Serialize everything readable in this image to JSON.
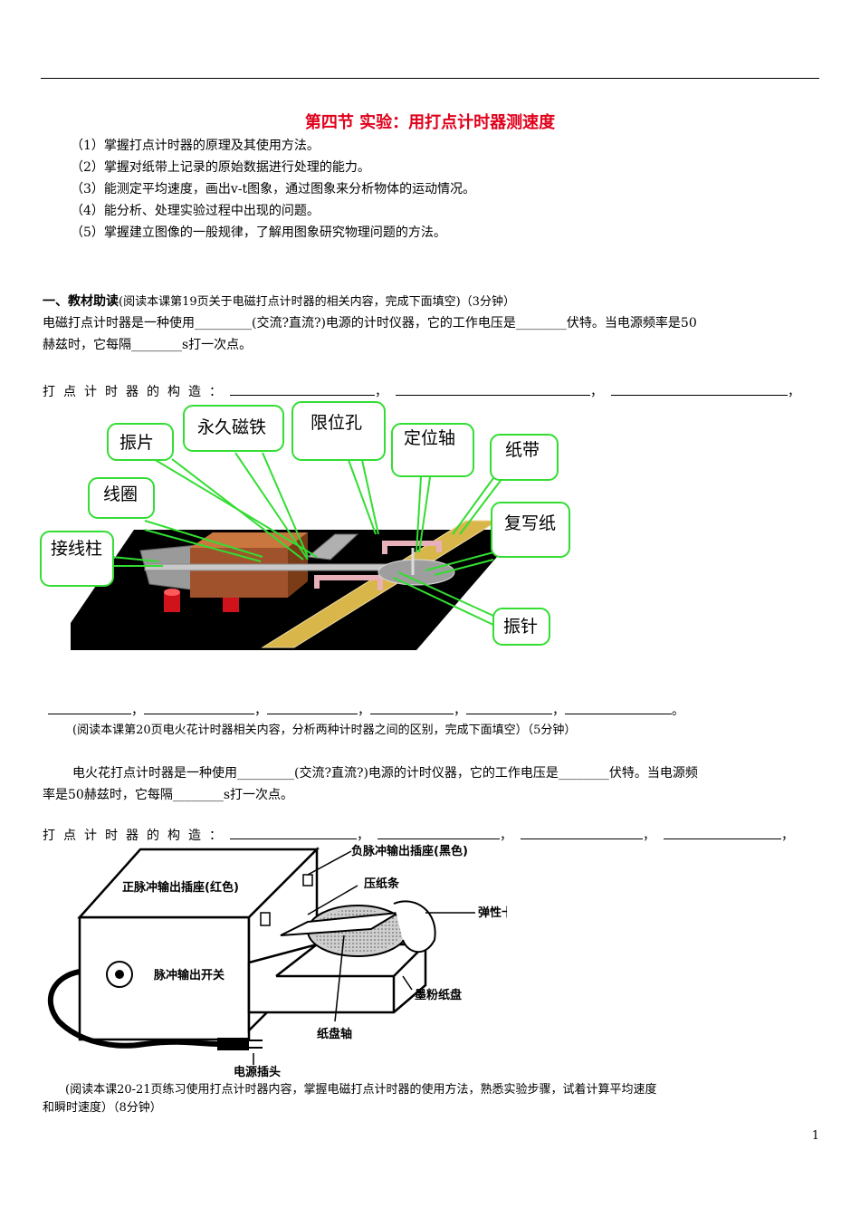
{
  "title": "第四节  实验：用打点计时器测速度",
  "objectives": [
    "（1）掌握打点计时器的原理及其使用方法。",
    "（2）掌握对纸带上记录的原始数据进行处理的能力。",
    "（3）能测定平均速度，画出v-t图象，通过图象来分析物体的运动情况。",
    "（4）能分析、处理实验过程中出现的问题。",
    "（5）掌握建立图像的一般规律，了解用图象研究物理问题的方法。"
  ],
  "section1": {
    "heading": "一、教材助读",
    "heading_note": "(阅读本课第19页关于电磁打点计时器的相关内容，完成下面填空)（3分钟）",
    "para1_line1": "电磁打点计时器是一种使用_________(交流?直流?)电源的计时仪器，它的工作电压是________伏特。当电源频率是50",
    "para1_line2": "赫兹时，它每隔________s打一次点。",
    "structure_label": "打点计时器的构造：",
    "sep": "，"
  },
  "diagram1": {
    "labels": {
      "zhenpian": "振片",
      "yongjiu": "永久磁铁",
      "xianwei": "限位孔",
      "dingwei": "定位轴",
      "zhidai": "纸带",
      "xianquan": "线圈",
      "fuxie": "复写纸",
      "jiexian": "接线柱",
      "zhenzhen": "振针"
    }
  },
  "blanks_row": {
    "sep": "，",
    "end": "。"
  },
  "section2": {
    "note": "(阅读本课第20页电火花计时器相关内容，分析两种计时器之间的区别，完成下面填空）（5分钟）",
    "para_line1": "电火花打点计时器是一种使用_________(交流?直流?)电源的计时仪器，它的工作电压是________伏特。当电源频",
    "para_line2": "率是50赫兹时，它每隔________s打一次点。",
    "structure_label": "打点计时器的构造：",
    "sep": "，"
  },
  "diagram2": {
    "labels": {
      "neg": "负脉冲输出插座(黑色)",
      "pos": "正脉冲输出插座(红色)",
      "yazhi": "压纸条",
      "tanxing": "弹性卡",
      "switch": "脉冲输出开关",
      "mofen": "墨粉纸盘",
      "zhipanzhou": "纸盘轴",
      "plug": "电源插头"
    }
  },
  "section3": {
    "note_line1": "(阅读本课20-21页练习使用打点计时器内容，掌握电磁打点计时器的使用方法，熟悉实验步骤，试着计算平均速度",
    "note_line2": "和瞬时速度）（8分钟）"
  },
  "page_number": "1",
  "colors": {
    "title": "#e0001b",
    "callout_border": "#22cc22",
    "base": "#000000",
    "tape": "#d9b64a",
    "coil": "#a0522d",
    "terminal": "#d0121b"
  }
}
